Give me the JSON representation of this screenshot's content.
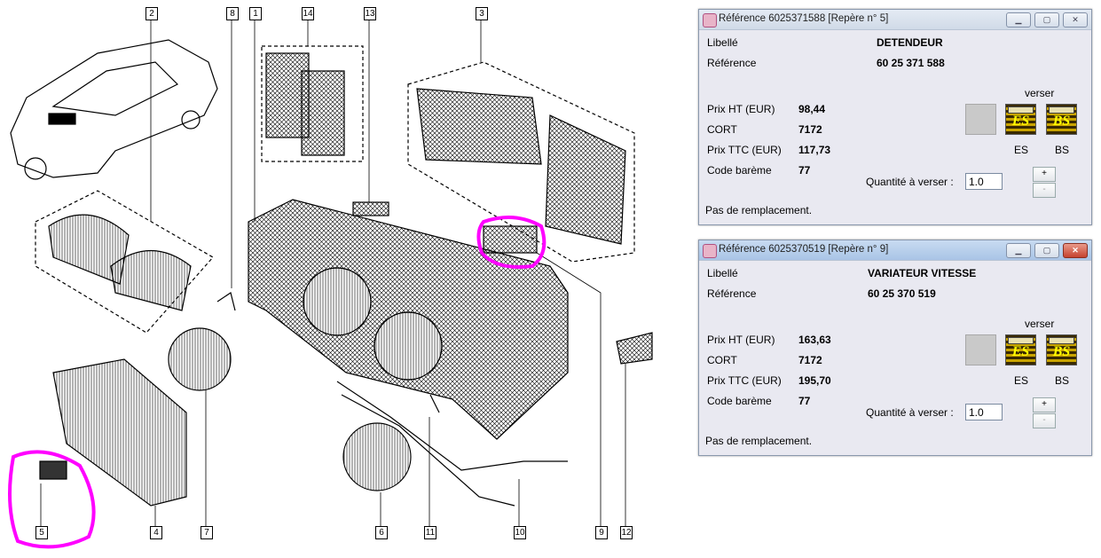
{
  "diagram": {
    "callouts": [
      {
        "n": "2"
      },
      {
        "n": "8"
      },
      {
        "n": "1"
      },
      {
        "n": "14"
      },
      {
        "n": "13"
      },
      {
        "n": "3"
      },
      {
        "n": "5"
      },
      {
        "n": "4"
      },
      {
        "n": "7"
      },
      {
        "n": "6"
      },
      {
        "n": "11"
      },
      {
        "n": "10"
      },
      {
        "n": "9"
      },
      {
        "n": "12"
      }
    ],
    "highlight_color": "#ff00ff"
  },
  "dialogs": [
    {
      "title": "Référence 6025371588 [Repère n° 5]",
      "active": false,
      "libelle_label": "Libellé",
      "libelle": "DETENDEUR",
      "reference_label": "Référence",
      "reference": "60 25 371 588",
      "prix_ht_label": "Prix HT (EUR)",
      "prix_ht": "98,44",
      "cort_label": "CORT",
      "cort": "7172",
      "prix_ttc_label": "Prix TTC (EUR)",
      "prix_ttc": "117,73",
      "code_label": "Code barème",
      "code": "77",
      "verser_label": "verser",
      "es_label": "ES",
      "bs_label": "BS",
      "es_icon_text": "ES",
      "bs_icon_text": "BS",
      "qty_label": "Quantité à verser :",
      "qty": "1.0",
      "plus": "+",
      "minus": "-",
      "status": "Pas de remplacement."
    },
    {
      "title": "Référence 6025370519 [Repère n° 9]",
      "active": true,
      "libelle_label": "Libellé",
      "libelle": "VARIATEUR VITESSE",
      "reference_label": "Référence",
      "reference": "60 25 370 519",
      "prix_ht_label": "Prix HT (EUR)",
      "prix_ht": "163,63",
      "cort_label": "CORT",
      "cort": "7172",
      "prix_ttc_label": "Prix TTC (EUR)",
      "prix_ttc": "195,70",
      "code_label": "Code barème",
      "code": "77",
      "verser_label": "verser",
      "es_label": "ES",
      "bs_label": "BS",
      "es_icon_text": "ES",
      "bs_icon_text": "BS",
      "qty_label": "Quantité à verser :",
      "qty": "1.0",
      "plus": "+",
      "minus": "-",
      "status": "Pas de remplacement."
    }
  ]
}
